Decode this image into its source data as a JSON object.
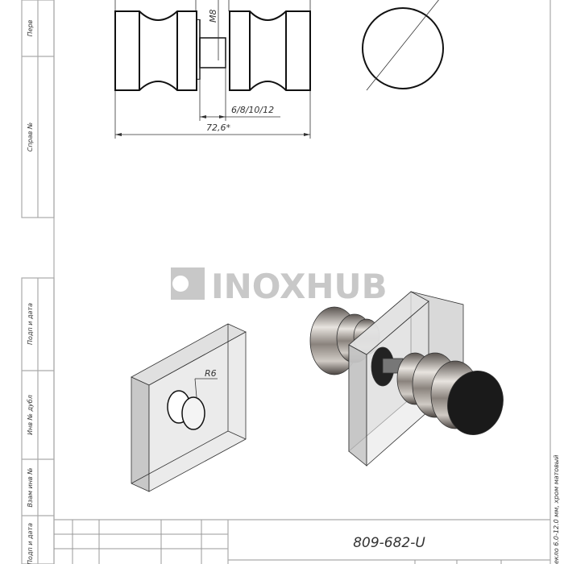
{
  "side_column": {
    "labels": [
      "Перв",
      "Справ №",
      "Подп и дата",
      "Инв № дубл",
      "Взам инв №",
      "Подп и дата"
    ]
  },
  "drawing": {
    "dimensions": {
      "thread": "M8",
      "glass_thickness": "6/8/10/12",
      "overall_length": "72,6*",
      "radius": "R6"
    },
    "watermark": "INOXHUB"
  },
  "title_block": {
    "part_number": "809-682-U",
    "side_note": "екло 6.0-12.0 мм, хром матовый"
  },
  "colors": {
    "line": "#111111",
    "frame": "#aaaaaa",
    "watermark": "#c8c8c8",
    "glass": "#d9d9d9",
    "cap": "#1a1a1a"
  }
}
